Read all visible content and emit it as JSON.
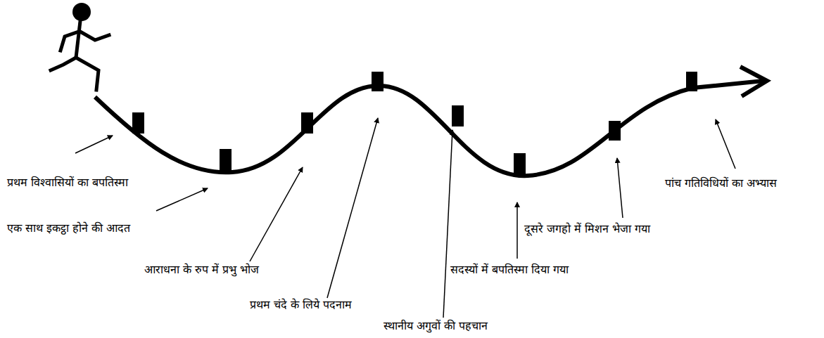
{
  "diagram": {
    "labels": [
      "प्रथम विश्वासियों का बपतिस्मा",
      "एक साथ इकट्ठा होने की आदत",
      "आराधना के रुप में प्रभु भोज",
      "प्रथम चंदे के लिये पदनाम",
      "स्थानीय अगुवों की पहचान",
      "सदस्यों में बपतिस्मा दिया गया",
      "दूसरे जगहो में मिशन भेजा गया",
      "पांच गतिविधियों का अभ्यास"
    ]
  }
}
